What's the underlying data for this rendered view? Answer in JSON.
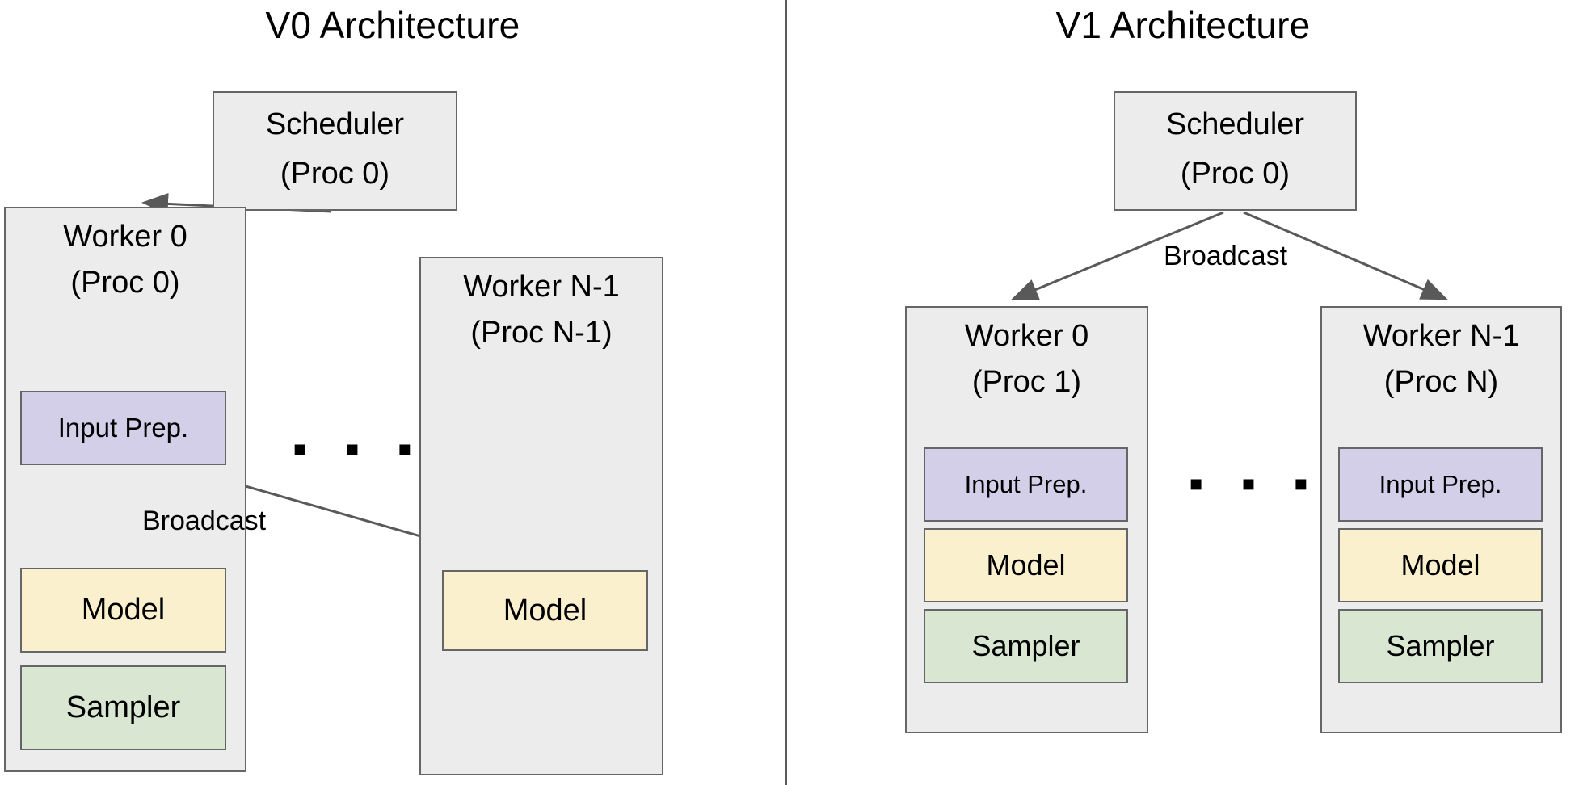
{
  "diagram": {
    "title_left": "V0 Architecture",
    "title_right": "V1 Architecture",
    "colors": {
      "container_fill": "#ececec",
      "box_stroke": "#666666",
      "input_prep_fill": "#d4cfe9",
      "model_fill": "#fbf0ce",
      "sampler_fill": "#d9e7d2",
      "arrow_stroke": "#595959",
      "divider": "#5a5a5a",
      "background": "#ffffff"
    },
    "ellipsis": "▪ ▪ ▪"
  },
  "v0": {
    "title": "V0 Architecture",
    "scheduler": {
      "line1": "Scheduler",
      "line2": "(Proc 0)"
    },
    "worker0": {
      "line1": "Worker 0",
      "line2": "(Proc 0)",
      "components": [
        {
          "label": "Input Prep.",
          "kind": "input-prep"
        },
        {
          "label": "Model",
          "kind": "model"
        },
        {
          "label": "Sampler",
          "kind": "sampler"
        }
      ]
    },
    "worker_n": {
      "line1": "Worker N-1",
      "line2": "(Proc N-1)",
      "components": [
        {
          "label": "Model",
          "kind": "model"
        }
      ]
    },
    "broadcast_label": "Broadcast",
    "ellipsis": "▪ ▪ ▪"
  },
  "v1": {
    "title": "V1 Architecture",
    "scheduler": {
      "line1": "Scheduler",
      "line2": "(Proc 0)"
    },
    "worker0": {
      "line1": "Worker 0",
      "line2": "(Proc 1)",
      "components": [
        {
          "label": "Input Prep.",
          "kind": "input-prep"
        },
        {
          "label": "Model",
          "kind": "model"
        },
        {
          "label": "Sampler",
          "kind": "sampler"
        }
      ]
    },
    "worker_n": {
      "line1": "Worker N-1",
      "line2": "(Proc N)",
      "components": [
        {
          "label": "Input Prep.",
          "kind": "input-prep"
        },
        {
          "label": "Model",
          "kind": "model"
        },
        {
          "label": "Sampler",
          "kind": "sampler"
        }
      ]
    },
    "broadcast_label": "Broadcast",
    "ellipsis": "▪ ▪ ▪"
  }
}
